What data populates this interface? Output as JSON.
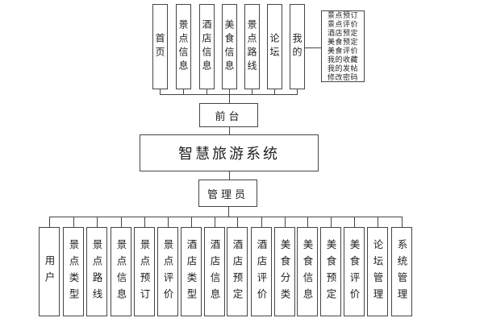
{
  "diagram": {
    "system_title": "智慧旅游系统",
    "front_node": "前台",
    "admin_node": "管理员",
    "top_nav": [
      "首页",
      "景点信息",
      "酒店信息",
      "美食信息",
      "景点路线",
      "论坛",
      "我的"
    ],
    "my_functions": [
      "景点预订",
      "景点评价",
      "酒店预定",
      "美食预定",
      "美食评价",
      "我的收藏",
      "我的发帖",
      "修改密码"
    ],
    "admin_modules": [
      "用户",
      "景点类型",
      "景点路线",
      "景点信息",
      "景点预订",
      "景点评价",
      "酒店类型",
      "酒店信息",
      "酒店预定",
      "酒店评价",
      "美食分类",
      "美食信息",
      "美食预定",
      "美食评价",
      "论坛管理",
      "系统管理"
    ],
    "colors": {
      "line": "#454545",
      "text": "#1f1f1f",
      "background": "#ffffff"
    }
  }
}
